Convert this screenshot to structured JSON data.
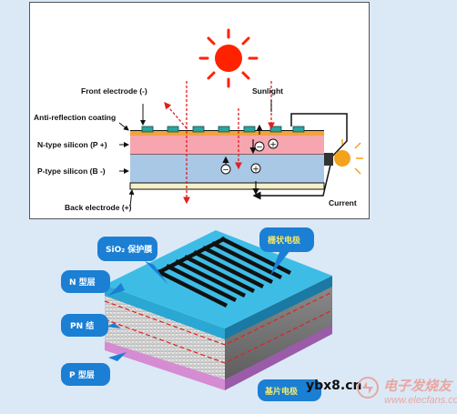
{
  "top_diagram": {
    "labels": {
      "front_electrode": "Front electrode (-)",
      "sunlight": "Sunlight",
      "anti_reflection": "Anti-reflection coating",
      "n_type": "N-type silicon (P +)",
      "p_type": "P-type silicon (B -)",
      "back_electrode": "Back electrode (+)",
      "current": "Current"
    },
    "carriers": {
      "electron": "−",
      "hole": "+"
    }
  },
  "bottom_diagram": {
    "callouts": {
      "sio2": "SiO₂ 保护膜",
      "grid_electrode": "栅状电极",
      "n_layer": "N 型层",
      "pn_junction": "PN 结",
      "p_layer": "P 型层",
      "substrate_electrode": "基片电极"
    }
  },
  "watermark": {
    "url": "ybx8.cn",
    "cn": "电子发烧友",
    "en": "www.elecfans.com"
  },
  "colors": {
    "n_silicon": "#f7a6b0",
    "p_silicon": "#a9c8e6",
    "sun": "#ff2200",
    "coating": "#f2a33a",
    "electrode": "#2aa59c",
    "callout": "#1b7fd4",
    "layer_top": "#3dbde6",
    "pink_base": "#d68cd2"
  }
}
